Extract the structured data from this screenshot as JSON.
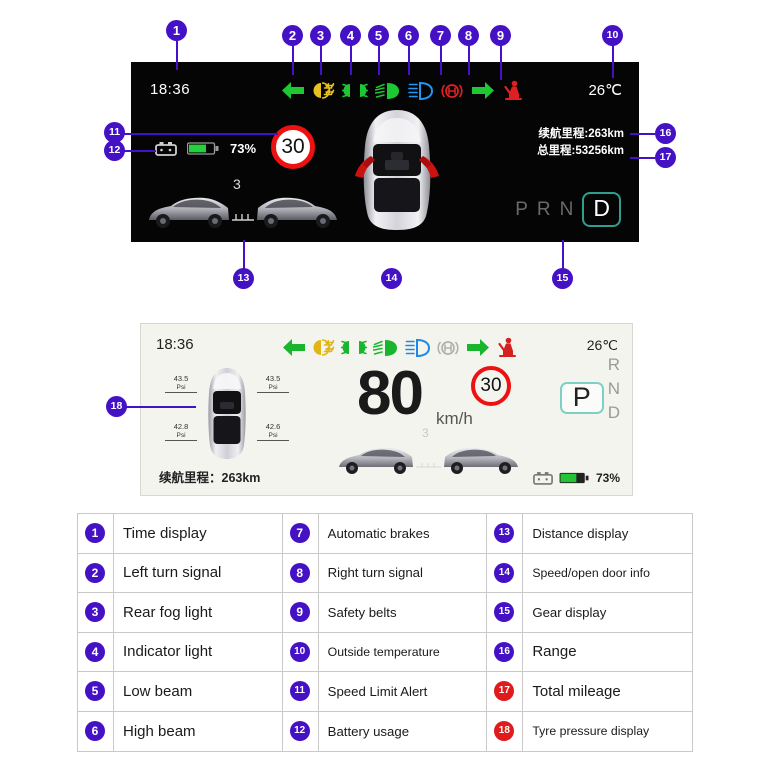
{
  "dark_dashboard": {
    "time": "18:36",
    "temperature": "26℃",
    "battery_percent": "73%",
    "speed_limit": "30",
    "range_label": "续航里程:263km",
    "total_mileage_label": "总里程:53256km",
    "distance_value": "3",
    "gear_options": [
      "P",
      "R",
      "N",
      "D"
    ],
    "gear_current": "D",
    "indicators": [
      {
        "name": "left-turn-signal-icon",
        "color": "#1ec832"
      },
      {
        "name": "rear-fog-light-icon",
        "color": "#e8c020"
      },
      {
        "name": "indicator-light-icon",
        "color": "#1ec832"
      },
      {
        "name": "low-beam-icon",
        "color": "#1ec832"
      },
      {
        "name": "high-beam-icon",
        "color": "#2196f3"
      },
      {
        "name": "automatic-brake-icon",
        "color": "#e02020"
      },
      {
        "name": "right-turn-signal-icon",
        "color": "#1ec832"
      },
      {
        "name": "safety-belt-icon",
        "color": "#e02020"
      }
    ]
  },
  "light_dashboard": {
    "time": "18:36",
    "temperature": "26℃",
    "battery_percent": "73%",
    "speed": "80",
    "speed_unit": "km/h",
    "speed_limit": "30",
    "range_label": "续航里程：263km",
    "distance_value": "3",
    "gear_options": [
      "R",
      "N",
      "D"
    ],
    "gear_current": "P",
    "tyre_pressures": [
      {
        "position": "front-left",
        "value": "43.5",
        "unit": "Psi"
      },
      {
        "position": "front-right",
        "value": "43.5",
        "unit": "Psi"
      },
      {
        "position": "rear-left",
        "value": "42.8",
        "unit": "Psi"
      },
      {
        "position": "rear-right",
        "value": "42.6",
        "unit": "Psi"
      }
    ],
    "indicators": [
      {
        "name": "left-turn-signal-icon",
        "color": "#19b52e"
      },
      {
        "name": "rear-fog-light-icon",
        "color": "#e0b515"
      },
      {
        "name": "indicator-light-icon",
        "color": "#19b52e"
      },
      {
        "name": "low-beam-icon",
        "color": "#19b52e"
      },
      {
        "name": "high-beam-icon",
        "color": "#1e88e5"
      },
      {
        "name": "automatic-brake-icon",
        "color": "#b0b0b0"
      },
      {
        "name": "right-turn-signal-icon",
        "color": "#19b52e"
      },
      {
        "name": "safety-belt-icon",
        "color": "#d52020"
      }
    ]
  },
  "callouts": [
    {
      "num": "1",
      "color": "#4412c4"
    },
    {
      "num": "2",
      "color": "#4412c4"
    },
    {
      "num": "3",
      "color": "#4412c4"
    },
    {
      "num": "4",
      "color": "#4412c4"
    },
    {
      "num": "5",
      "color": "#4412c4"
    },
    {
      "num": "6",
      "color": "#4412c4"
    },
    {
      "num": "7",
      "color": "#4412c4"
    },
    {
      "num": "8",
      "color": "#4412c4"
    },
    {
      "num": "9",
      "color": "#4412c4"
    },
    {
      "num": "10",
      "color": "#4412c4"
    },
    {
      "num": "11",
      "color": "#4412c4"
    },
    {
      "num": "12",
      "color": "#4412c4"
    },
    {
      "num": "13",
      "color": "#4412c4"
    },
    {
      "num": "14",
      "color": "#4412c4"
    },
    {
      "num": "15",
      "color": "#4412c4"
    },
    {
      "num": "16",
      "color": "#4412c4"
    },
    {
      "num": "17",
      "color": "#4412c4"
    },
    {
      "num": "18",
      "color": "#4412c4"
    }
  ],
  "legend": {
    "rows": [
      [
        {
          "num": "1",
          "label": "Time display",
          "badge": "purple"
        },
        {
          "num": "7",
          "label": "Automatic brakes",
          "badge": "purple"
        },
        {
          "num": "13",
          "label": "Distance display",
          "badge": "purple"
        }
      ],
      [
        {
          "num": "2",
          "label": "Left turn signal",
          "badge": "purple"
        },
        {
          "num": "8",
          "label": "Right turn signal",
          "badge": "purple"
        },
        {
          "num": "14",
          "label": "Speed/open door info",
          "badge": "purple"
        }
      ],
      [
        {
          "num": "3",
          "label": "Rear fog light",
          "badge": "purple"
        },
        {
          "num": "9",
          "label": "Safety belts",
          "badge": "purple"
        },
        {
          "num": "15",
          "label": "Gear display",
          "badge": "purple"
        }
      ],
      [
        {
          "num": "4",
          "label": "Indicator light",
          "badge": "purple"
        },
        {
          "num": "10",
          "label": "Outside temperature",
          "badge": "purple"
        },
        {
          "num": "16",
          "label": "Range",
          "badge": "purple"
        }
      ],
      [
        {
          "num": "5",
          "label": "Low beam",
          "badge": "purple"
        },
        {
          "num": "11",
          "label": "Speed Limit Alert",
          "badge": "purple"
        },
        {
          "num": "17",
          "label": "Total mileage",
          "badge": "red"
        }
      ],
      [
        {
          "num": "6",
          "label": "High beam",
          "badge": "purple"
        },
        {
          "num": "12",
          "label": "Battery usage",
          "badge": "purple"
        },
        {
          "num": "18",
          "label": "Tyre pressure display",
          "badge": "red"
        }
      ]
    ]
  },
  "colors": {
    "marker_purple": "#4412c4",
    "marker_red": "#e11b1b",
    "green_indicator": "#1ec832",
    "amber_indicator": "#e8c020",
    "blue_indicator": "#2196f3",
    "red_indicator": "#e02020",
    "speed_limit_ring": "#ee1111",
    "gear_highlight": "#2f9e8f"
  }
}
